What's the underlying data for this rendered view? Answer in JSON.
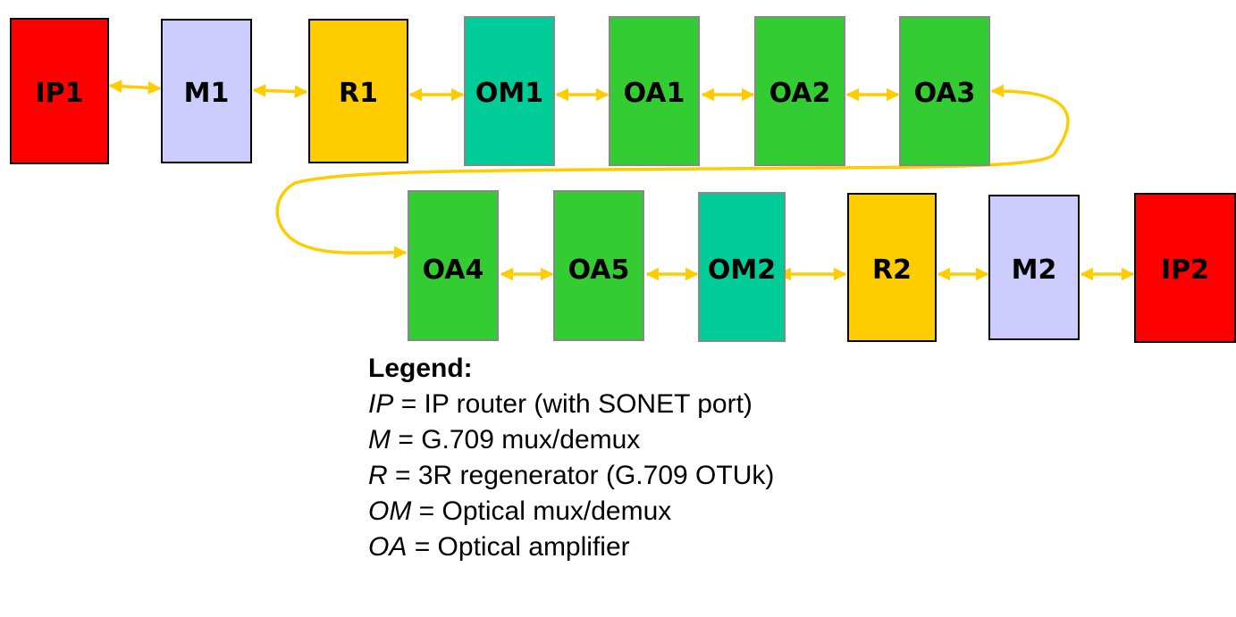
{
  "colors": {
    "ip": "#ff0000",
    "mux": "#ccccff",
    "regenerator": "#ffcc00",
    "optical_mux": "#00cc99",
    "amplifier": "#33cc33",
    "link": "#ffcc00",
    "border": "#000000",
    "border_gray": "#888888"
  },
  "nodes": [
    {
      "id": "IP1",
      "label": "IP1",
      "type": "ip"
    },
    {
      "id": "M1",
      "label": "M1",
      "type": "mux"
    },
    {
      "id": "R1",
      "label": "R1",
      "type": "regenerator"
    },
    {
      "id": "OM1",
      "label": "OM1",
      "type": "optical_mux"
    },
    {
      "id": "OA1",
      "label": "OA1",
      "type": "amplifier"
    },
    {
      "id": "OA2",
      "label": "OA2",
      "type": "amplifier"
    },
    {
      "id": "OA3",
      "label": "OA3",
      "type": "amplifier"
    },
    {
      "id": "OA4",
      "label": "OA4",
      "type": "amplifier"
    },
    {
      "id": "OA5",
      "label": "OA5",
      "type": "amplifier"
    },
    {
      "id": "OM2",
      "label": "OM2",
      "type": "optical_mux"
    },
    {
      "id": "R2",
      "label": "R2",
      "type": "regenerator"
    },
    {
      "id": "M2",
      "label": "M2",
      "type": "mux"
    },
    {
      "id": "IP2",
      "label": "IP2",
      "type": "ip"
    }
  ],
  "links": [
    {
      "from": "IP1",
      "to": "M1",
      "style": "bidirectional"
    },
    {
      "from": "M1",
      "to": "R1",
      "style": "bidirectional"
    },
    {
      "from": "R1",
      "to": "OM1",
      "style": "bidirectional"
    },
    {
      "from": "OM1",
      "to": "OA1",
      "style": "bidirectional"
    },
    {
      "from": "OA1",
      "to": "OA2",
      "style": "bidirectional"
    },
    {
      "from": "OA2",
      "to": "OA3",
      "style": "bidirectional"
    },
    {
      "from": "OA3",
      "to": "OA4",
      "style": "curved"
    },
    {
      "from": "OA4",
      "to": "OA5",
      "style": "bidirectional"
    },
    {
      "from": "OA5",
      "to": "OM2",
      "style": "bidirectional"
    },
    {
      "from": "OM2",
      "to": "R2",
      "style": "bidirectional"
    },
    {
      "from": "R2",
      "to": "M2",
      "style": "bidirectional"
    },
    {
      "from": "M2",
      "to": "IP2",
      "style": "bidirectional"
    }
  ],
  "legend": {
    "title": "Legend:",
    "items": [
      {
        "abbr": "IP",
        "description": " = IP router (with SONET port)"
      },
      {
        "abbr": "M",
        "description": " = G.709 mux/demux"
      },
      {
        "abbr": "R",
        "description": " = 3R regenerator (G.709 OTUk)"
      },
      {
        "abbr": "OM",
        "description": " = Optical mux/demux"
      },
      {
        "abbr": "OA",
        "description": " = Optical amplifier"
      }
    ]
  }
}
